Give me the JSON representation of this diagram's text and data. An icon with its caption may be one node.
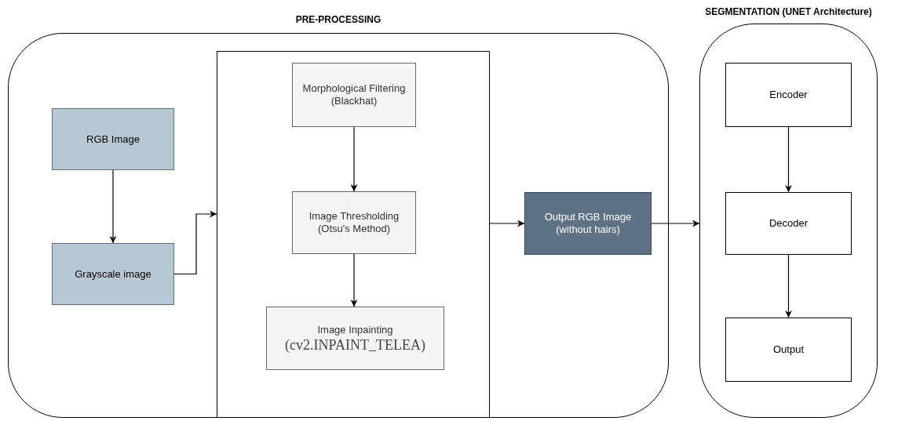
{
  "diagram": {
    "nodes": [
      {
        "text": [
          "PRE-PROCESSING"
        ]
      },
      {
        "text": [
          "RGB Image"
        ],
        "in": 0
      },
      {
        "text": [
          "Grayscale image"
        ],
        "in": 0
      },
      {
        "text": [],
        "shape": "box",
        "in": 0
      },
      {
        "text": [
          "Morphological Filtering (Blackhat)"
        ],
        "in": 3
      },
      {
        "text": [
          "Image Thresholding (Otsu's Method)"
        ],
        "in": 3
      },
      {
        "text": [
          "Image Inpainting",
          "(cv2.INPAINT_TELEA)"
        ],
        "in": 3
      },
      {
        "text": [
          "Output RGB Image (without hairs)"
        ],
        "in": 0
      },
      {
        "text": [
          "SEGMENTATION (UNET Architecture)"
        ]
      },
      {
        "text": [
          "Encoder"
        ],
        "in": 8
      },
      {
        "text": [
          "Decoder"
        ],
        "in": 8
      },
      {
        "text": [
          "Output"
        ],
        "in": 8
      }
    ],
    "edges": [
      {
        "from": 1,
        "to": 2,
        "arrow": "to"
      },
      {
        "from": 2,
        "to": 3,
        "arrow": "to"
      },
      {
        "from": 4,
        "to": 5,
        "arrow": "to"
      },
      {
        "from": 5,
        "to": 6,
        "arrow": "to"
      },
      {
        "from": 3,
        "to": 7,
        "arrow": "to"
      },
      {
        "from": 7,
        "to": 8,
        "arrow": "to"
      },
      {
        "from": 9,
        "to": 10,
        "arrow": "to"
      },
      {
        "from": 10,
        "to": 11,
        "arrow": "to"
      }
    ]
  }
}
